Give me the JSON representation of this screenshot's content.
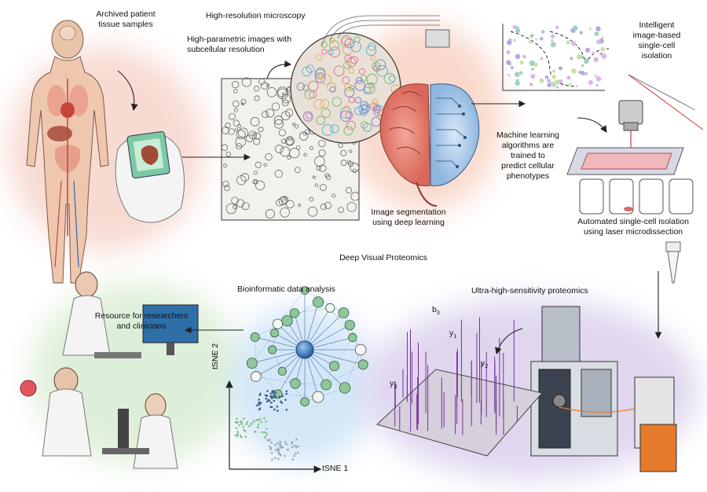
{
  "title": "Deep Visual Proteomics",
  "steps": {
    "archived": "Archived patient\ntissue samples",
    "microscopy": "High-resolution microscopy",
    "parametric": "High-parametric images with\nsubcellular resolution",
    "segmentation": "Image segmentation\nusing deep learning",
    "ml": "Machine learning\nalgorithms are\ntrained to\npredict cellular\nphenotypes",
    "intelligent": "Intelligent\nimage-based\nsingle-cell\nisolation",
    "automated": "Automated single-cell isolation\nusing laser microdissection",
    "ultra": "Ultra-high-sensitivity proteomics",
    "bioinformatic": "Bioinformatic data analysis",
    "resource": "Resource for researchers\nand clinicians"
  },
  "axes": {
    "x": "tSNE 1",
    "y": "tSNE 2"
  },
  "ions": {
    "b3": "b",
    "b3_sub": "3",
    "y1": "y",
    "y1_sub": "1",
    "y2": "y",
    "y2_sub": "2",
    "y3": "y",
    "y3_sub": "3"
  },
  "colors": {
    "accent_red": "#e86a5a",
    "accent_blue": "#4a8fd8",
    "network_green": "#8ec79a",
    "network_hub": "#3a78c2",
    "purple_glow": "#b8a8d8",
    "green_glow": "#cfe6c8"
  }
}
